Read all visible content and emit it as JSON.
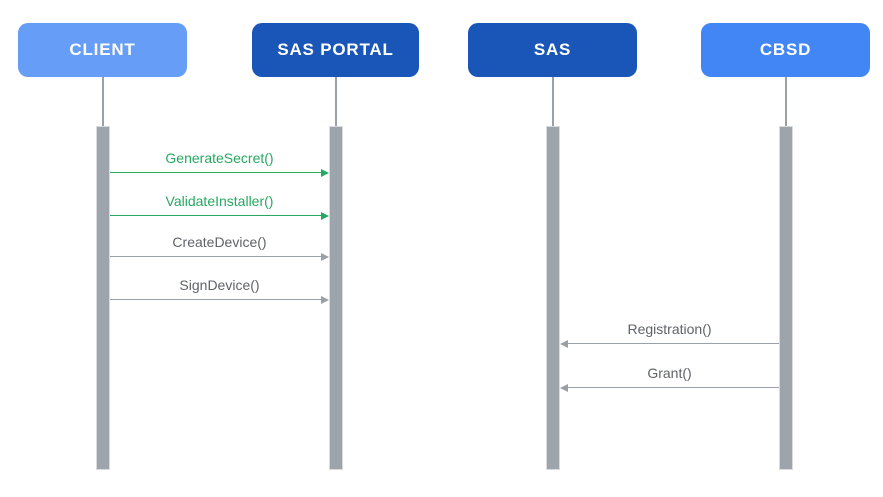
{
  "diagram": {
    "title": "SAS / CBSD registration sequence diagram",
    "actors": [
      {
        "label": "CLIENT",
        "color": "#669DF6"
      },
      {
        "label": "SAS PORTAL",
        "color": "#1A56B8"
      },
      {
        "label": "SAS",
        "color": "#1A56B8"
      },
      {
        "label": "CBSD",
        "color": "#4285F4"
      }
    ],
    "messages": [
      {
        "label": "GenerateSecret()",
        "from": "CLIENT",
        "to": "SAS PORTAL",
        "direction": "right",
        "line_color": "#27A862",
        "label_color": "#27A862"
      },
      {
        "label": "ValidateInstaller()",
        "from": "CLIENT",
        "to": "SAS PORTAL",
        "direction": "right",
        "line_color": "#27A862",
        "label_color": "#27A862"
      },
      {
        "label": "CreateDevice()",
        "from": "CLIENT",
        "to": "SAS PORTAL",
        "direction": "right",
        "line_color": "#9AA0A6",
        "label_color": "#5F6368"
      },
      {
        "label": "SignDevice()",
        "from": "CLIENT",
        "to": "SAS PORTAL",
        "direction": "right",
        "line_color": "#9AA0A6",
        "label_color": "#5F6368"
      },
      {
        "label": "Registration()",
        "from": "CBSD",
        "to": "SAS",
        "direction": "left",
        "line_color": "#9AA0A6",
        "label_color": "#5F6368"
      },
      {
        "label": "Grant()",
        "from": "CBSD",
        "to": "SAS",
        "direction": "left",
        "line_color": "#9AA0A6",
        "label_color": "#5F6368"
      }
    ],
    "colors": {
      "background": "#FFFFFF",
      "activation_bar": "#9EA4AB",
      "activation_bar_border": "#D9DBDE",
      "lifeline": "#9AA0A6",
      "green_accent": "#27A862",
      "gray_line": "#9AA0A6",
      "gray_text": "#5F6368",
      "actor_text": "#FFFFFF"
    }
  }
}
